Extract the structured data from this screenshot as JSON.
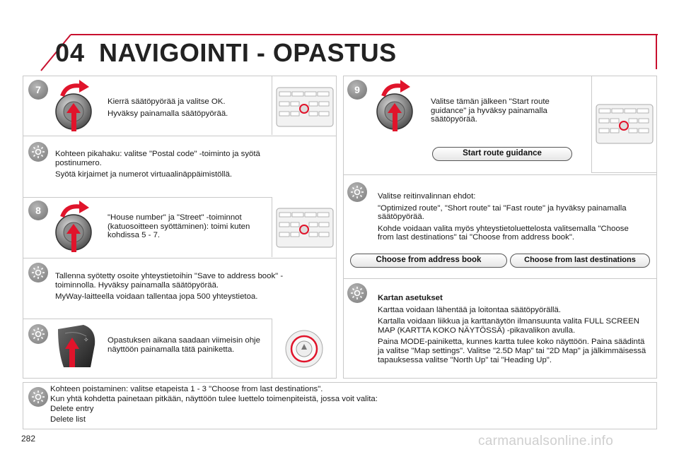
{
  "header": {
    "chapter_number": "04",
    "chapter_title": "NAVIGOINTI - OPASTUS",
    "accent_color": "#c8102e"
  },
  "left": {
    "step7": {
      "badge": "7",
      "lines": [
        "Kierrä säätöpyörää ja valitse OK.",
        "Hyväksy painamalla säätöpyörää."
      ]
    },
    "tip_postal": {
      "lines": [
        "Kohteen pikahaku: valitse \"Postal code\" -toiminto ja syötä postinumero.",
        "Syötä kirjaimet ja numerot virtuaalinäppäimistöllä."
      ]
    },
    "step8": {
      "badge": "8",
      "lines": [
        "\"House number\" ja \"Street\" -toiminnot (katuosoitteen syöttäminen): toimi kuten kohdissa 5 - 7."
      ]
    },
    "tip_address": {
      "lines": [
        "Tallenna syötetty osoite yhteystietoihin \"Save to address book\" -toiminnolla. Hyväksy painamalla säätöpyörää.",
        "MyWay-laitteella voidaan tallentaa jopa 500 yhteystietoa."
      ]
    },
    "tip_voice": {
      "lines": [
        "Opastuksen aikana saadaan viimeisin ohje näyttöön painamalla tätä painiketta."
      ]
    }
  },
  "right": {
    "step9": {
      "badge": "9",
      "lines": [
        "Valitse tämän jälkeen \"Start route guidance\" ja hyväksy painamalla säätöpyörää."
      ],
      "button": "Start route guidance"
    },
    "tip_route": {
      "lines": [
        "Valitse reitinvalinnan ehdot:",
        "\"Optimized route\", \"Short route\" tai \"Fast route\" ja hyväksy painamalla säätöpyörää.",
        "Kohde voidaan valita myös yhteystietoluettelosta valitsemalla \"Choose from last destinations\" tai \"Choose from address book\"."
      ],
      "button_address_book": "Choose from address book",
      "button_last_destinations": "Choose from last destinations"
    },
    "tip_map": {
      "heading": "Kartan asetukset",
      "lines": [
        "Karttaa voidaan lähentää ja loitontaa säätöpyörällä.",
        "Kartalla voidaan liikkua ja karttanäytön ilmansuunta valita FULL SCREEN MAP (KARTTA KOKO NÄYTÖSSÄ) -pikavalikon avulla.",
        "Paina MODE-painiketta, kunnes kartta tulee koko näyttöön. Paina säädintä ja valitse \"Map settings\". Valitse \"2.5D Map\" tai \"2D Map\" ja jälkimmäisessä tapauksessa valitse \"North Up\" tai \"Heading Up\"."
      ]
    }
  },
  "bottom": {
    "lines": [
      "Kohteen poistaminen: valitse etapeista 1 - 3 \"Choose from last destinations\".",
      "Kun yhtä kohdetta painetaan pitkään, näyttöön tulee luettelo toimenpiteistä, jossa voit valita:",
      "Delete entry",
      "Delete list"
    ]
  },
  "footer": {
    "page_number": "282",
    "watermark": "carmanualsonline.info"
  },
  "icons": {
    "knob": "rotary-knob-icon",
    "arrow": "red-rotate-arrow-icon",
    "tip": "lightbulb-icon",
    "stalk": "steering-stalk-icon",
    "console": "audio-console-icon"
  }
}
